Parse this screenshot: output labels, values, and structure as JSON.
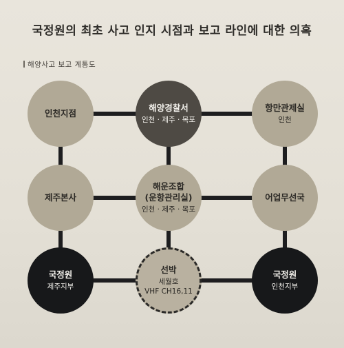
{
  "title": "국정원의 최초 사고 인지 시점과 보고 라인에 대한 의혹",
  "subtitle": "해양사고 보고 계통도",
  "nodes": [
    {
      "id": "incheon-jijeom",
      "title": "인천지점",
      "sub": "",
      "style": "tan"
    },
    {
      "id": "haeyang-police",
      "title": "해양경찰서",
      "sub": "인천 · 제주 · 목포",
      "style": "dark"
    },
    {
      "id": "port-control",
      "title": "항만관제실",
      "sub": "인천",
      "style": "tan"
    },
    {
      "id": "jeju-hq",
      "title": "제주본사",
      "sub": "",
      "style": "tan"
    },
    {
      "id": "shipping-assoc",
      "title": "해운조합\n(운항관리실)",
      "sub": "인천 · 제주 · 목포",
      "style": "tan"
    },
    {
      "id": "fishery-radio",
      "title": "어업무선국",
      "sub": "",
      "style": "tan"
    },
    {
      "id": "nis-jeju",
      "title": "국정원",
      "sub": "제주지부",
      "style": "black"
    },
    {
      "id": "ship",
      "title": "선박",
      "sub": "세월호\nVHF CH16,11",
      "style": "dashed"
    },
    {
      "id": "nis-incheon",
      "title": "국정원",
      "sub": "인천지부",
      "style": "black"
    }
  ],
  "links": [
    [
      "incheon-jijeom",
      "haeyang-police"
    ],
    [
      "haeyang-police",
      "port-control"
    ],
    [
      "jeju-hq",
      "shipping-assoc"
    ],
    [
      "shipping-assoc",
      "fishery-radio"
    ],
    [
      "nis-jeju",
      "ship"
    ],
    [
      "ship",
      "nis-incheon"
    ],
    [
      "incheon-jijeom",
      "jeju-hq"
    ],
    [
      "jeju-hq",
      "nis-jeju"
    ],
    [
      "haeyang-police",
      "shipping-assoc"
    ],
    [
      "shipping-assoc",
      "ship"
    ],
    [
      "port-control",
      "fishery-radio"
    ],
    [
      "fishery-radio",
      "nis-incheon"
    ]
  ]
}
